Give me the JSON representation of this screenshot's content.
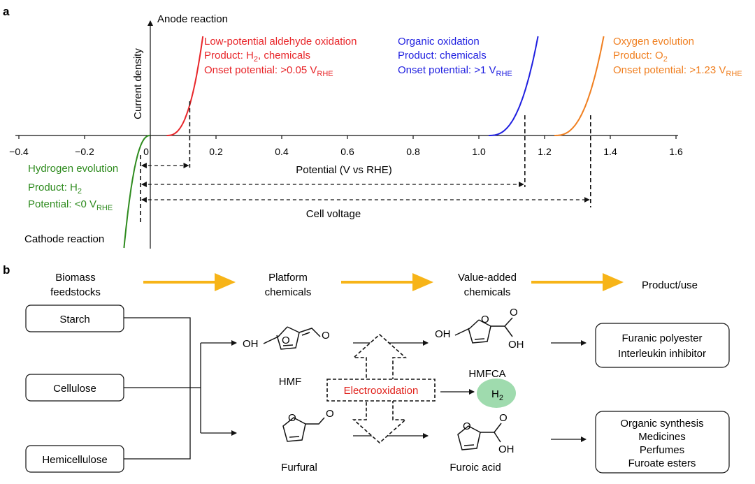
{
  "panel_a": {
    "label": "a",
    "anode_label": "Anode reaction",
    "cathode_label": "Cathode reaction",
    "y_axis_label": "Current density",
    "x_axis_label": "Potential (V vs RHE)",
    "cell_voltage_label": "Cell voltage",
    "colors": {
      "red": "#e8262a",
      "blue": "#1f1fe0",
      "orange": "#f07f20",
      "green": "#2e8b1e"
    },
    "annotations": {
      "low_potential": {
        "line1": "Low-potential aldehyde oxidation",
        "line2_pre": "Product: H",
        "line2_sub": "2",
        "line2_post": ", chemicals",
        "line3_pre": "Onset potential: >0.05 V",
        "line3_sub": "RHE"
      },
      "organic": {
        "line1": "Organic oxidation",
        "line2": "Product: chemicals",
        "line3_pre": "Onset potential: >1 V",
        "line3_sub": "RHE"
      },
      "oxygen": {
        "line1": "Oxygen evolution",
        "line2_pre": "Product: O",
        "line2_sub": "2",
        "line3_pre": "Onset potential: >1.23 V",
        "line3_sub": "RHE"
      },
      "hydrogen": {
        "line1": "Hydrogen evolution",
        "line2_pre": "Product: H",
        "line2_sub": "2",
        "line3_pre": "Potential: <0 V",
        "line3_sub": "RHE"
      }
    }
  },
  "panel_b": {
    "label": "b",
    "stages": {
      "biomass_1": "Biomass",
      "biomass_2": "feedstocks",
      "platform_1": "Platform",
      "platform_2": "chemicals",
      "value_1": "Value-added",
      "value_2": "chemicals",
      "product": "Product/use"
    },
    "feedstocks": [
      "Starch",
      "Cellulose",
      "Hemicellulose"
    ],
    "molecules": {
      "hmf": "HMF",
      "hmfca": "HMFCA",
      "furfural": "Furfural",
      "furoic": "Furoic acid",
      "oh": "OH",
      "o": "O",
      "h2_pre": "H",
      "h2_sub": "2"
    },
    "electrooxidation": "Electrooxidation",
    "products_top": [
      "Furanic polyester",
      "Interleukin inhibitor"
    ],
    "products_bottom": [
      "Organic synthesis",
      "Medicines",
      "Perfumes",
      "Furoate esters"
    ],
    "colors": {
      "arrow": "#f7b418",
      "h2_bubble": "#9fdbae",
      "electro_text": "#e0201a"
    }
  },
  "chart_data": {
    "type": "line",
    "xlabel": "Potential (V vs RHE)",
    "ylabel": "Current density",
    "xlim": [
      -0.4,
      1.6
    ],
    "x_ticks": [
      "−0.4",
      "−0.2",
      "0",
      "0.2",
      "0.4",
      "0.6",
      "0.8",
      "1.0",
      "1.2",
      "1.4",
      "1.6"
    ],
    "grid": false,
    "series": [
      {
        "name": "Low-potential aldehyde oxidation",
        "onset": 0.05,
        "end": 0.16,
        "marker": 0.12
      },
      {
        "name": "Organic oxidation",
        "onset": 1.03,
        "end": 1.18,
        "marker": 1.14
      },
      {
        "name": "Oxygen evolution",
        "onset": 1.23,
        "end": 1.38,
        "marker": 1.34
      },
      {
        "name": "Hydrogen evolution",
        "onset": 0.0,
        "end": -0.08,
        "marker": -0.03
      }
    ]
  }
}
